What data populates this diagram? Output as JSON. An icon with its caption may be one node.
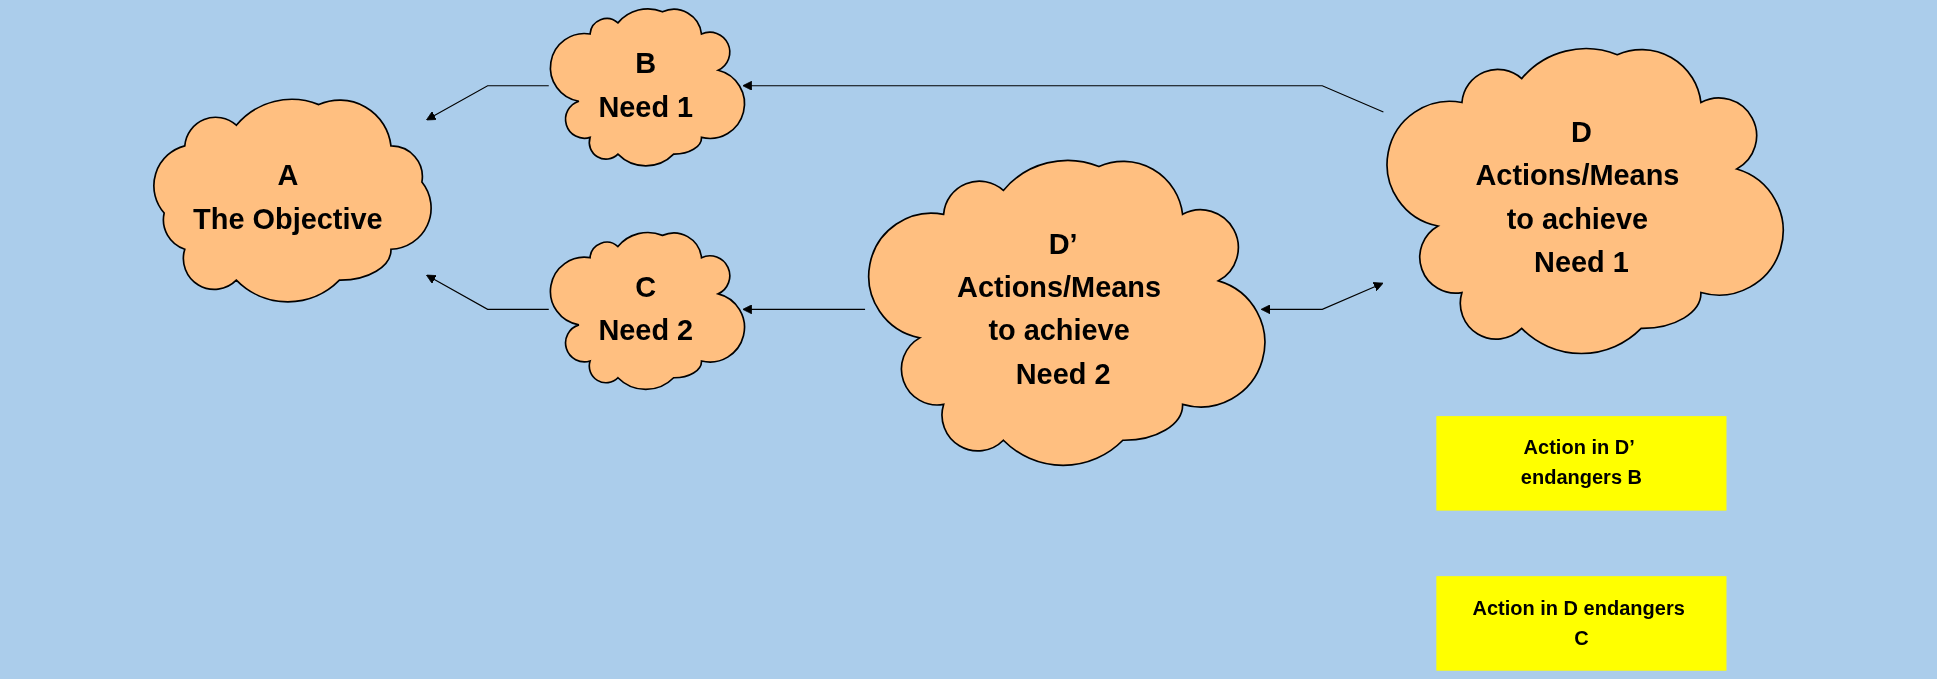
{
  "diagram": {
    "nodes": [
      {
        "text": [
          "A",
          "The Objective"
        ]
      },
      {
        "text": [
          "B",
          "Need 1"
        ]
      },
      {
        "text": [
          "C",
          "Need 2"
        ]
      },
      {
        "text": [
          "D",
          "Actions/Means to achieve Need 1"
        ]
      },
      {
        "text": [
          "D’",
          "Actions/Means to achieve Need 2"
        ]
      },
      {
        "text": [
          "Action in D’ endangers B"
        ]
      },
      {
        "text": [
          "Action in D endangers C"
        ]
      }
    ],
    "edges": [
      {
        "from": 1,
        "to": 0,
        "arrow": "to"
      },
      {
        "from": 2,
        "to": 0,
        "arrow": "to"
      },
      {
        "from": 3,
        "to": 1,
        "arrow": "to"
      },
      {
        "from": 4,
        "to": 2,
        "arrow": "to"
      },
      {
        "from": 3,
        "to": 4,
        "arrow": "both"
      }
    ]
  }
}
